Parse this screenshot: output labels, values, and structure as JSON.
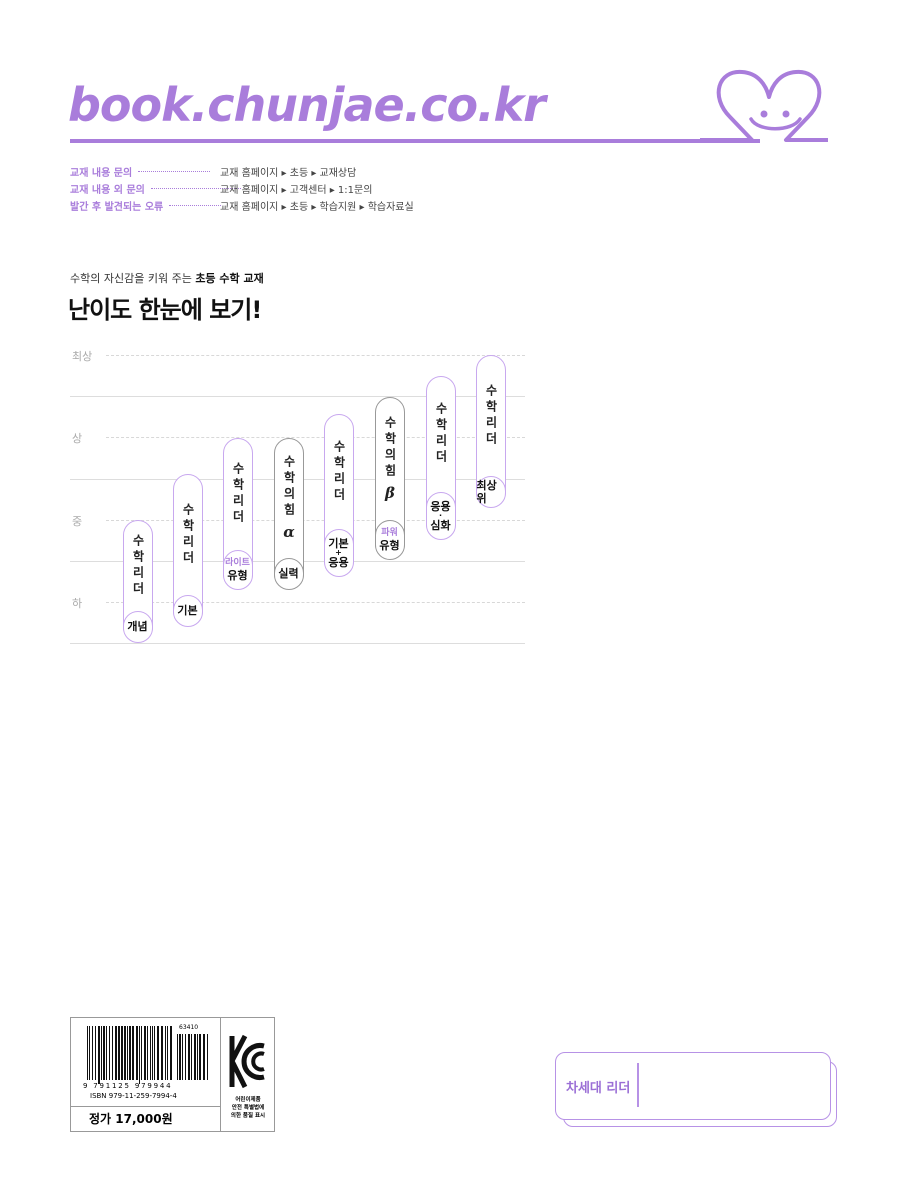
{
  "header": {
    "logo": "book.chunjae.co.kr"
  },
  "info": [
    {
      "key": "교재 내용 문의",
      "path": "교재 홈페이지 ▸ 초등 ▸ 교재상담"
    },
    {
      "key": "교재 내용 외 문의",
      "path": "교재 홈페이지 ▸ 고객센터 ▸ 1:1문의"
    },
    {
      "key": "발간 후 발견되는 오류",
      "path": "교재 홈페이지 ▸ 초등 ▸ 학습지원 ▸ 학습자료실"
    }
  ],
  "intro": {
    "subtitle_pre": "수학의 자신감을 키워 주는 ",
    "subtitle_bold": "초등 수학 교재",
    "title": "난이도 한눈에 보기!"
  },
  "levels": [
    "최상",
    "상",
    "중",
    "하"
  ],
  "books": [
    {
      "name": "수학리더",
      "badge": [
        "개념"
      ]
    },
    {
      "name": "수학리더",
      "badge": [
        "기본"
      ]
    },
    {
      "name": "수학리더",
      "badge_pre": "라이트",
      "badge": [
        "유형"
      ]
    },
    {
      "name": "수학의힘",
      "symbol": "α",
      "badge": [
        "실력"
      ]
    },
    {
      "name": "수학리더",
      "badge": [
        "기본",
        "+",
        "응용"
      ]
    },
    {
      "name": "수학의힘",
      "symbol": "β",
      "badge_pre": "파워",
      "badge": [
        "유형"
      ]
    },
    {
      "name": "수학리더",
      "badge": [
        "응용",
        "·",
        "심화"
      ]
    },
    {
      "name": "수학리더",
      "badge": [
        "최상위"
      ]
    }
  ],
  "barcode": {
    "add_on": "63410",
    "digits": "9 791125 979944",
    "isbn": "ISBN 979-11-259-7994-4",
    "price": "정가  17,000원",
    "kc_text": [
      "어린이제품",
      "안전 특별법에",
      "의한 품질 표시"
    ]
  },
  "series": {
    "label": "차세대 리더"
  },
  "colors": {
    "accent": "#a97ddb",
    "pill": "#c8a8ef",
    "gray": "#999999"
  }
}
